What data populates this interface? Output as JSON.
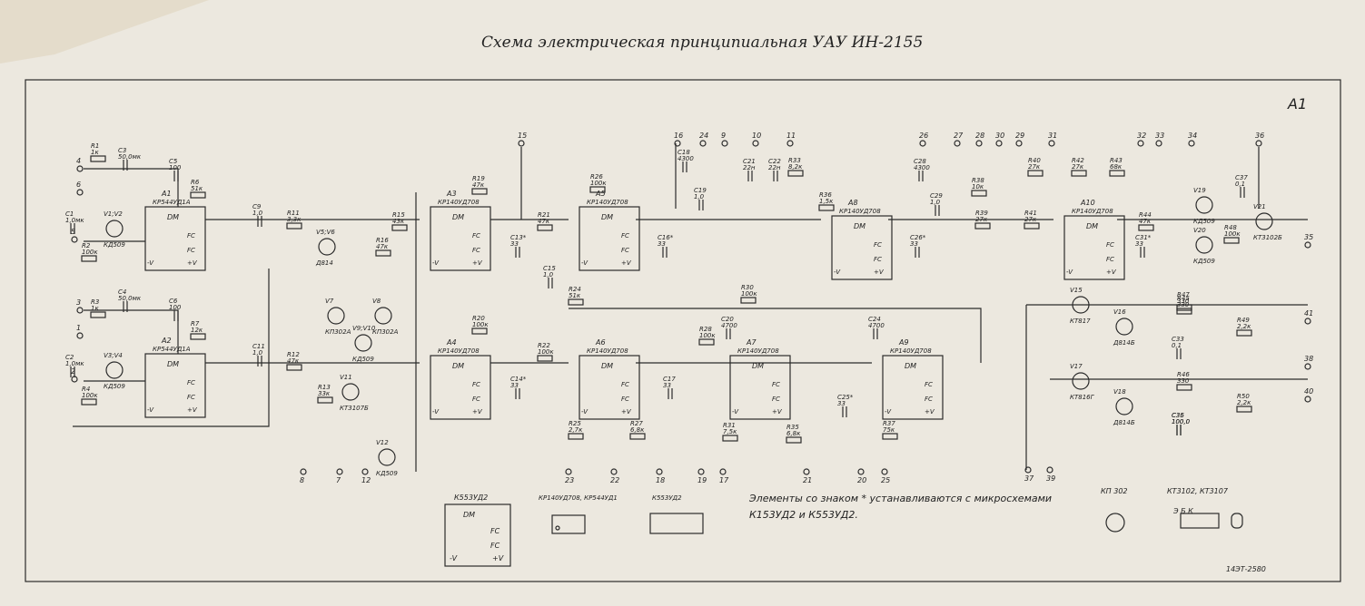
{
  "title": "Схема электрическая принципиальная  УАУ ИН-2155",
  "sheet_label": "A1",
  "opamps": [
    {
      "ref": "A1",
      "type": "КР544УД1А"
    },
    {
      "ref": "A2",
      "type": "КР544УД1А"
    },
    {
      "ref": "A3",
      "type": "КР140УД708"
    },
    {
      "ref": "A4",
      "type": "КР140УД708"
    },
    {
      "ref": "A5",
      "type": "КР140УД708"
    },
    {
      "ref": "A6",
      "type": "КР140УД708"
    },
    {
      "ref": "A7",
      "type": "КР140УД708"
    },
    {
      "ref": "A8",
      "type": "КР140УД708"
    },
    {
      "ref": "A9",
      "type": "КР140УД708"
    },
    {
      "ref": "A10",
      "type": "КР140УД708"
    }
  ],
  "resistors": [
    {
      "ref": "R1",
      "value": "1к"
    },
    {
      "ref": "R2",
      "value": "100к"
    },
    {
      "ref": "R3",
      "value": "1к"
    },
    {
      "ref": "R4",
      "value": "100к"
    },
    {
      "ref": "R6",
      "value": "51к"
    },
    {
      "ref": "R7",
      "value": "12к"
    },
    {
      "ref": "R11",
      "value": "3,3к"
    },
    {
      "ref": "R12",
      "value": "47к"
    },
    {
      "ref": "R13",
      "value": "33к"
    },
    {
      "ref": "R15",
      "value": "43к"
    },
    {
      "ref": "R16",
      "value": "47к"
    },
    {
      "ref": "R19",
      "value": "47к"
    },
    {
      "ref": "R20",
      "value": "100к"
    },
    {
      "ref": "R21",
      "value": "47к"
    },
    {
      "ref": "R22",
      "value": "100к"
    },
    {
      "ref": "R24",
      "value": "51к"
    },
    {
      "ref": "R25",
      "value": "2,7к"
    },
    {
      "ref": "R26",
      "value": "100к"
    },
    {
      "ref": "R27",
      "value": "6,8к"
    },
    {
      "ref": "R28",
      "value": "100к"
    },
    {
      "ref": "R30",
      "value": "100к"
    },
    {
      "ref": "R31",
      "value": "7,5к"
    },
    {
      "ref": "R33",
      "value": "8,2к"
    },
    {
      "ref": "R35",
      "value": "6,8к"
    },
    {
      "ref": "R36",
      "value": "1,5к"
    },
    {
      "ref": "R37",
      "value": "75к"
    },
    {
      "ref": "R38",
      "value": "10к"
    },
    {
      "ref": "R39",
      "value": "27к"
    },
    {
      "ref": "R40",
      "value": "27к"
    },
    {
      "ref": "R41",
      "value": "27к"
    },
    {
      "ref": "R42",
      "value": "27к"
    },
    {
      "ref": "R43",
      "value": "68к"
    },
    {
      "ref": "R44",
      "value": "47к"
    },
    {
      "ref": "R45",
      "value": "330"
    },
    {
      "ref": "R46",
      "value": "330"
    },
    {
      "ref": "R47",
      "value": "330"
    },
    {
      "ref": "R48",
      "value": "100к"
    },
    {
      "ref": "R49",
      "value": "2,2к"
    },
    {
      "ref": "R50",
      "value": "2,2к"
    }
  ],
  "capacitors": [
    {
      "ref": "C1",
      "value": "1,0мк"
    },
    {
      "ref": "C2",
      "value": "1,0мк"
    },
    {
      "ref": "C3",
      "value": "50,0мк"
    },
    {
      "ref": "C4",
      "value": "50,0мк"
    },
    {
      "ref": "C5",
      "value": "100"
    },
    {
      "ref": "C6",
      "value": "100"
    },
    {
      "ref": "C9",
      "value": "1,0"
    },
    {
      "ref": "C11",
      "value": "1,0"
    },
    {
      "ref": "C13*",
      "value": "33"
    },
    {
      "ref": "C14*",
      "value": "33"
    },
    {
      "ref": "C15",
      "value": "1,0"
    },
    {
      "ref": "C16*",
      "value": "33"
    },
    {
      "ref": "C17",
      "value": "33"
    },
    {
      "ref": "C18",
      "value": "4300"
    },
    {
      "ref": "C19",
      "value": "1,0"
    },
    {
      "ref": "C20",
      "value": "4700"
    },
    {
      "ref": "C21",
      "value": "22н"
    },
    {
      "ref": "C22",
      "value": "22н"
    },
    {
      "ref": "C24",
      "value": "4700"
    },
    {
      "ref": "C25*",
      "value": "33"
    },
    {
      "ref": "C26*",
      "value": "33"
    },
    {
      "ref": "C28",
      "value": "4300"
    },
    {
      "ref": "C29",
      "value": "1,0"
    },
    {
      "ref": "C31*",
      "value": "33"
    },
    {
      "ref": "C33",
      "value": "0,1"
    },
    {
      "ref": "C35",
      "value": "100,0"
    },
    {
      "ref": "C36",
      "value": "100,0"
    },
    {
      "ref": "C37",
      "value": "0,1"
    }
  ],
  "semis": [
    {
      "ref": "V1;V2",
      "type": "КД509"
    },
    {
      "ref": "V3;V4",
      "type": "КД509"
    },
    {
      "ref": "V5;V6",
      "type": "Д814"
    },
    {
      "ref": "V7",
      "type": "КП302А"
    },
    {
      "ref": "V8",
      "type": "КП302А"
    },
    {
      "ref": "V9;V10",
      "type": "КД509"
    },
    {
      "ref": "V11",
      "type": "КТ3107Б"
    },
    {
      "ref": "V12",
      "type": "КД509"
    },
    {
      "ref": "V15",
      "type": "КТ817"
    },
    {
      "ref": "V16",
      "type": "Д814Б"
    },
    {
      "ref": "V17",
      "type": "КТ816Г"
    },
    {
      "ref": "V18",
      "type": "Д814Б"
    },
    {
      "ref": "V19",
      "type": "КД509"
    },
    {
      "ref": "V20",
      "type": "КД509"
    },
    {
      "ref": "V21",
      "type": "КТ3102Б"
    }
  ],
  "terminals": [
    "4",
    "6",
    "5",
    "3",
    "1",
    "2",
    "15",
    "16",
    "24",
    "9",
    "10",
    "11",
    "26",
    "27",
    "28",
    "30",
    "29",
    "31",
    "32",
    "33",
    "34",
    "36",
    "35",
    "41",
    "38",
    "40",
    "37",
    "39",
    "23",
    "22",
    "18",
    "19",
    "17",
    "21",
    "20",
    "25",
    "8",
    "7",
    "12"
  ],
  "pin_labels": {
    "dm": "DM",
    "fc": "FC",
    "minus_v": "-V",
    "plus_v": "+V"
  },
  "bottom_parts": [
    {
      "name": "К553УД2"
    },
    {
      "name": "КР140УД708, КР544УД1"
    },
    {
      "name": "К553УД2"
    }
  ],
  "package_labels": {
    "kp302": "КП 302",
    "kt": "КТ3102, КТ3107",
    "kt_pins": "Э Б К"
  },
  "note_line1": "Элементы со знаком * устанавливаются с микросхемами",
  "note_line2": "К153УД2 и К553УД2.",
  "stamp": "14ЭТ-2580"
}
